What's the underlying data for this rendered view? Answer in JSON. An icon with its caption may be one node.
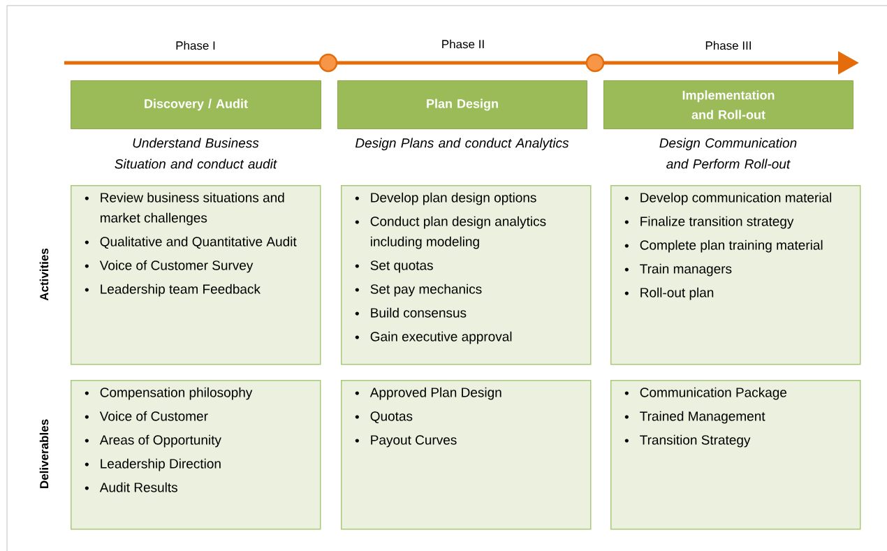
{
  "diagram": {
    "nodes": [
      {
        "text": [
          "Discovery / Audit"
        ],
        "beside": [
          "Understand Business Situation and conduct audit"
        ]
      },
      {
        "text": [
          "Plan Design"
        ],
        "beside": [
          "Design Plans and conduct Analytics"
        ]
      },
      {
        "text": [
          "Implementation and Roll-out"
        ],
        "beside": [
          "Design Communication and Perform Roll-out"
        ]
      },
      {
        "text": [
          "Review business situations and market challenges",
          "Qualitative and Quantitative Audit",
          "Voice of Customer Survey",
          "Leadership team Feedback"
        ]
      },
      {
        "text": [
          "Develop plan design options",
          "Conduct plan design analytics including modeling",
          "Set quotas",
          "Set pay mechanics",
          "Build consensus",
          "Gain executive approval"
        ]
      },
      {
        "text": [
          "Develop communication material",
          "Finalize transition strategy",
          "Complete plan training material",
          "Train managers",
          "Roll-out plan"
        ]
      },
      {
        "text": [
          "Compensation philosophy",
          "Voice of Customer",
          "Areas of Opportunity",
          "Leadership Direction",
          "Audit Results"
        ]
      },
      {
        "text": [
          "Approved Plan Design",
          "Quotas",
          "Payout Curves"
        ]
      },
      {
        "text": [
          "Communication Package",
          "Trained Management",
          "Transition Strategy"
        ]
      }
    ],
    "labels": [
      "Phase I",
      "Phase II",
      "Phase III",
      "Activities",
      "Deliverables"
    ]
  }
}
